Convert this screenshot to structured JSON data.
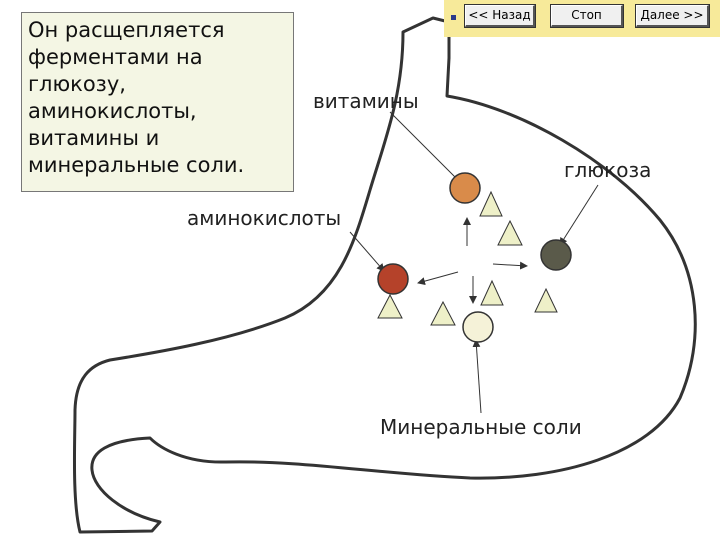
{
  "navigation": {
    "back_label": "<< Назад",
    "stop_label": "Стоп",
    "next_label": "Далее >>"
  },
  "info_box": {
    "lines": [
      "Он расщепляется",
      "ферментами на",
      "глюкозу,",
      "аминокислоты,",
      "витамины и",
      "минеральные соли."
    ]
  },
  "diagram": {
    "labels": {
      "vitamins": "витамины",
      "glucose": "глюкоза",
      "amino_acids": "аминокислоты",
      "mineral_salts": "Минеральные соли"
    },
    "colors": {
      "vitamins": "#d98b4a",
      "glucose": "#5a5a4a",
      "amino_acids": "#b5422a",
      "mineral_salts": "#f5f2d8",
      "triangle_fill": "#eef0c8",
      "outline": "#333333",
      "nav_background": "#f7ea9a",
      "info_background": "#f4f6e4"
    }
  }
}
